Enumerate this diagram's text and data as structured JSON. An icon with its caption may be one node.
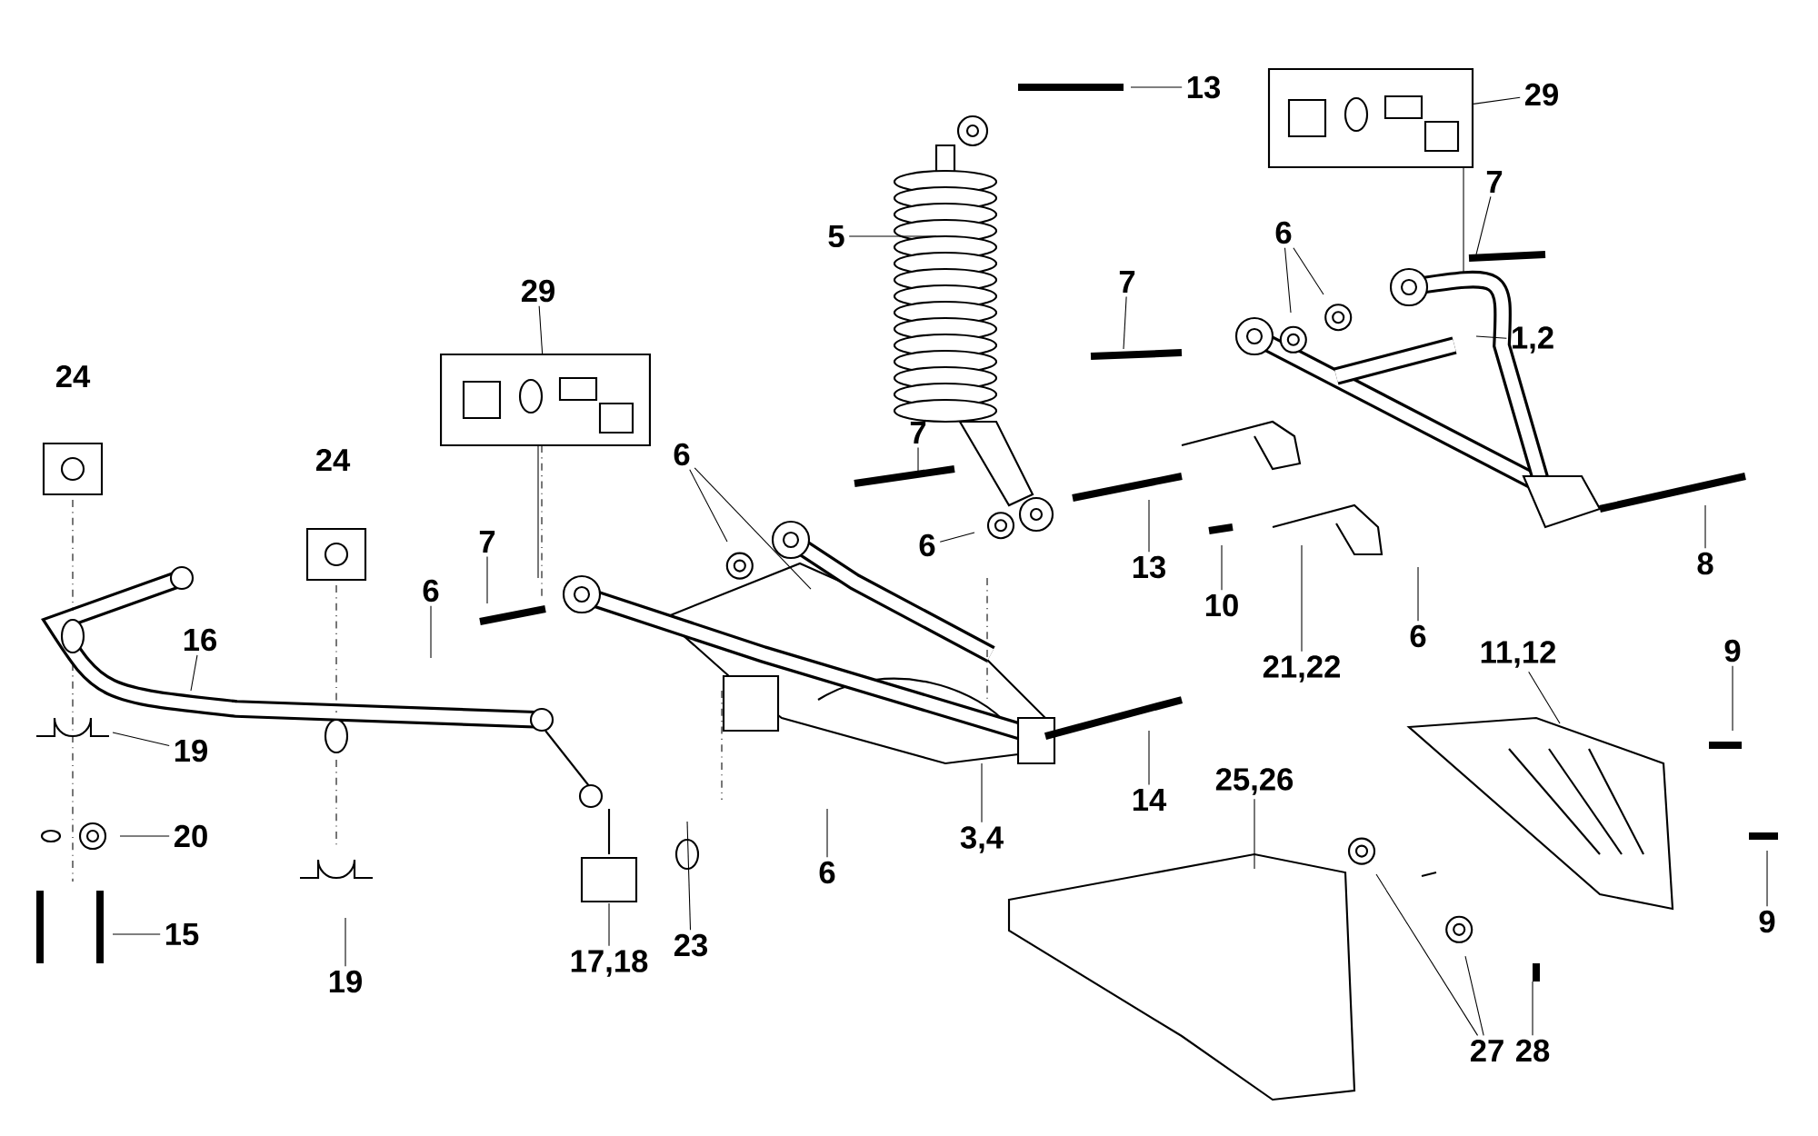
{
  "diagram": {
    "nodes": [
      {
        "text": [
          "13"
        ]
      },
      {
        "text": [
          "29"
        ]
      },
      {
        "text": [],
        "shape": "box"
      },
      {
        "text": [
          "7"
        ]
      },
      {
        "text": [
          "6"
        ]
      },
      {
        "text": [
          "5"
        ]
      },
      {
        "text": [
          "7"
        ]
      },
      {
        "text": [
          "1,2"
        ]
      },
      {
        "text": [
          "29"
        ]
      },
      {
        "text": [],
        "shape": "box"
      },
      {
        "text": [
          "7"
        ]
      },
      {
        "text": [
          "6"
        ]
      },
      {
        "text": [
          "6"
        ]
      },
      {
        "text": [
          "7"
        ]
      },
      {
        "text": [
          "13"
        ]
      },
      {
        "text": [
          "8"
        ]
      },
      {
        "text": [
          "6"
        ]
      },
      {
        "text": [
          "10"
        ]
      },
      {
        "text": [
          "6"
        ]
      },
      {
        "text": [
          "16"
        ]
      },
      {
        "text": [
          "11,12"
        ]
      },
      {
        "text": [
          "9"
        ]
      },
      {
        "text": [
          "21,22"
        ]
      },
      {
        "text": [
          "19"
        ]
      },
      {
        "text": [
          "14"
        ]
      },
      {
        "text": [
          "25,26"
        ]
      },
      {
        "text": [
          "20"
        ]
      },
      {
        "text": [
          "3,4"
        ]
      },
      {
        "text": [
          "6"
        ]
      },
      {
        "text": [
          "9"
        ]
      },
      {
        "text": [
          "15"
        ]
      },
      {
        "text": [
          "23"
        ]
      },
      {
        "text": [
          "17,18"
        ]
      },
      {
        "text": [
          "19"
        ]
      },
      {
        "text": [
          "27"
        ]
      },
      {
        "text": [
          "28"
        ]
      }
    ],
    "edges": [
      {
        "from": 0,
        "to": null,
        "arrow": "none"
      },
      {
        "from": 1,
        "to": 2,
        "arrow": "none"
      },
      {
        "from": 2,
        "to": null,
        "arrow": "none"
      },
      {
        "from": 3,
        "to": null,
        "arrow": "none"
      },
      {
        "from": 4,
        "to": null,
        "arrow": "none"
      },
      {
        "from": 4,
        "to": null,
        "arrow": "none"
      },
      {
        "from": 5,
        "to": null,
        "arrow": "none"
      },
      {
        "from": 6,
        "to": null,
        "arrow": "none"
      },
      {
        "from": 7,
        "to": null,
        "arrow": "none"
      },
      {
        "from": 8,
        "to": 9,
        "arrow": "none"
      },
      {
        "from": 9,
        "to": null,
        "arrow": "none"
      },
      {
        "from": 10,
        "to": null,
        "arrow": "none"
      },
      {
        "from": 11,
        "to": null,
        "arrow": "none"
      },
      {
        "from": 11,
        "to": null,
        "arrow": "none"
      },
      {
        "from": 12,
        "to": null,
        "arrow": "none"
      },
      {
        "from": 13,
        "to": null,
        "arrow": "none"
      },
      {
        "from": 14,
        "to": null,
        "arrow": "none"
      },
      {
        "from": 15,
        "to": null,
        "arrow": "none"
      },
      {
        "from": 16,
        "to": null,
        "arrow": "none"
      },
      {
        "from": 17,
        "to": null,
        "arrow": "none"
      },
      {
        "from": 18,
        "to": null,
        "arrow": "none"
      },
      {
        "from": 19,
        "to": null,
        "arrow": "none"
      },
      {
        "from": 20,
        "to": null,
        "arrow": "none"
      },
      {
        "from": 21,
        "to": null,
        "arrow": "none"
      },
      {
        "from": 22,
        "to": null,
        "arrow": "none"
      },
      {
        "from": 23,
        "to": null,
        "arrow": "none"
      },
      {
        "from": 24,
        "to": null,
        "arrow": "none"
      },
      {
        "from": 25,
        "to": null,
        "arrow": "none"
      },
      {
        "from": 26,
        "to": null,
        "arrow": "none"
      },
      {
        "from": 27,
        "to": null,
        "arrow": "none"
      },
      {
        "from": 28,
        "to": null,
        "arrow": "none"
      },
      {
        "from": 29,
        "to": null,
        "arrow": "none"
      },
      {
        "from": 30,
        "to": null,
        "arrow": "none"
      },
      {
        "from": 31,
        "to": null,
        "arrow": "none"
      },
      {
        "from": 32,
        "to": null,
        "arrow": "none"
      },
      {
        "from": 33,
        "to": null,
        "arrow": "none"
      },
      {
        "from": 34,
        "to": null,
        "arrow": "none"
      },
      {
        "from": 34,
        "to": null,
        "arrow": "none"
      },
      {
        "from": 35,
        "to": null,
        "arrow": "none"
      }
    ],
    "labels": [
      "24",
      "24"
    ]
  }
}
